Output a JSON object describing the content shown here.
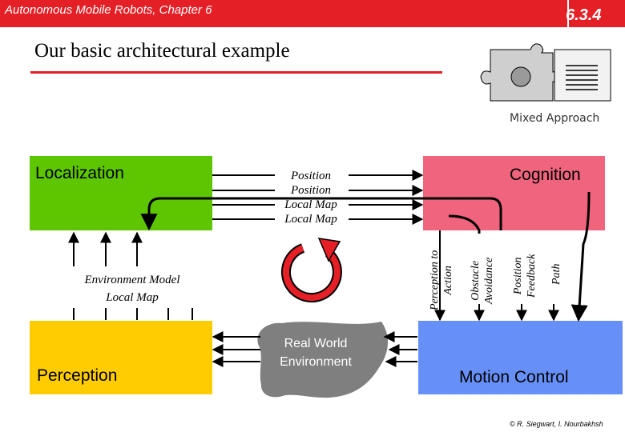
{
  "header": {
    "course_title": "Autonomous Mobile Robots, Chapter 6",
    "section_number": "6.3.4"
  },
  "slide": {
    "title": "Our basic architectural example"
  },
  "logo": {
    "caption": "Mixed Approach"
  },
  "boxes": {
    "localization": "Localization",
    "cognition": "Cognition",
    "perception": "Perception",
    "motion_control": "Motion Control",
    "real_world": [
      "Real World",
      "Environment"
    ]
  },
  "flow_labels": {
    "top_lines": [
      "Position",
      "Position",
      "Local Map",
      "Local Map"
    ],
    "left_lines": [
      "Environment Model",
      "Local Map"
    ],
    "vertical": [
      [
        "Perception to",
        "Action"
      ],
      [
        "Obstacle",
        "Avoidance"
      ],
      [
        "Position",
        "Feedback"
      ],
      [
        "Path"
      ]
    ]
  },
  "credit": "© R. Siegwart, I. Nourbakhsh",
  "colors": {
    "header": "#e41f26",
    "localization": "#5ec600",
    "cognition": "#f0647e",
    "perception": "#fecc00",
    "motion_control": "#6690f8",
    "real_world": "#7f7f7f",
    "cycle_arrow": "#e41f26"
  }
}
